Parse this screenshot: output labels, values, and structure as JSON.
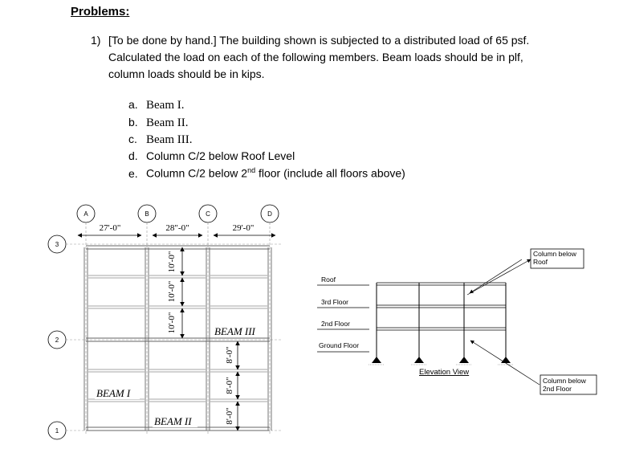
{
  "heading": "Problems:",
  "problem": {
    "number": "1)",
    "line1": "[To be done by hand.] The building shown is subjected to a distributed load of 65 psf.",
    "line2": "Calculated the load on each of the following members. Beam loads should be in plf,",
    "line3": "column loads should be in kips."
  },
  "items": [
    {
      "letter": "a.",
      "text": "Beam I."
    },
    {
      "letter": "b.",
      "text": "Beam II."
    },
    {
      "letter": "c.",
      "text": "Beam III."
    },
    {
      "letter": "d.",
      "text": "Column C/2 below Roof Level"
    },
    {
      "letter": "e.",
      "text_pre": "Column C/2 below 2",
      "text_sup": "nd",
      "text_post": " floor (include all floors above)"
    }
  ],
  "plan": {
    "column_lines": [
      "A",
      "B",
      "C",
      "D"
    ],
    "row_lines": [
      "3",
      "2",
      "1"
    ],
    "spans_x": [
      "27'-0\"",
      "28\"-0\"",
      "29'-0\""
    ],
    "upper_spans_y": [
      "10'-0\"",
      "10'-0\"",
      "10'-0\""
    ],
    "lower_spans_y": [
      "8'-0\"",
      "8'-0\"",
      "8'-0\""
    ],
    "beam_labels": {
      "beam1": "BEAM I",
      "beam2": "BEAM II",
      "beam3": "BEAM III"
    }
  },
  "elevation": {
    "levels": [
      "Roof",
      "3rd Floor",
      "2nd Floor",
      "Ground Floor"
    ],
    "title": "Elevation View",
    "callout_top": [
      "Column below",
      "Roof"
    ],
    "callout_bottom": [
      "Column below",
      "2nd Floor"
    ]
  }
}
